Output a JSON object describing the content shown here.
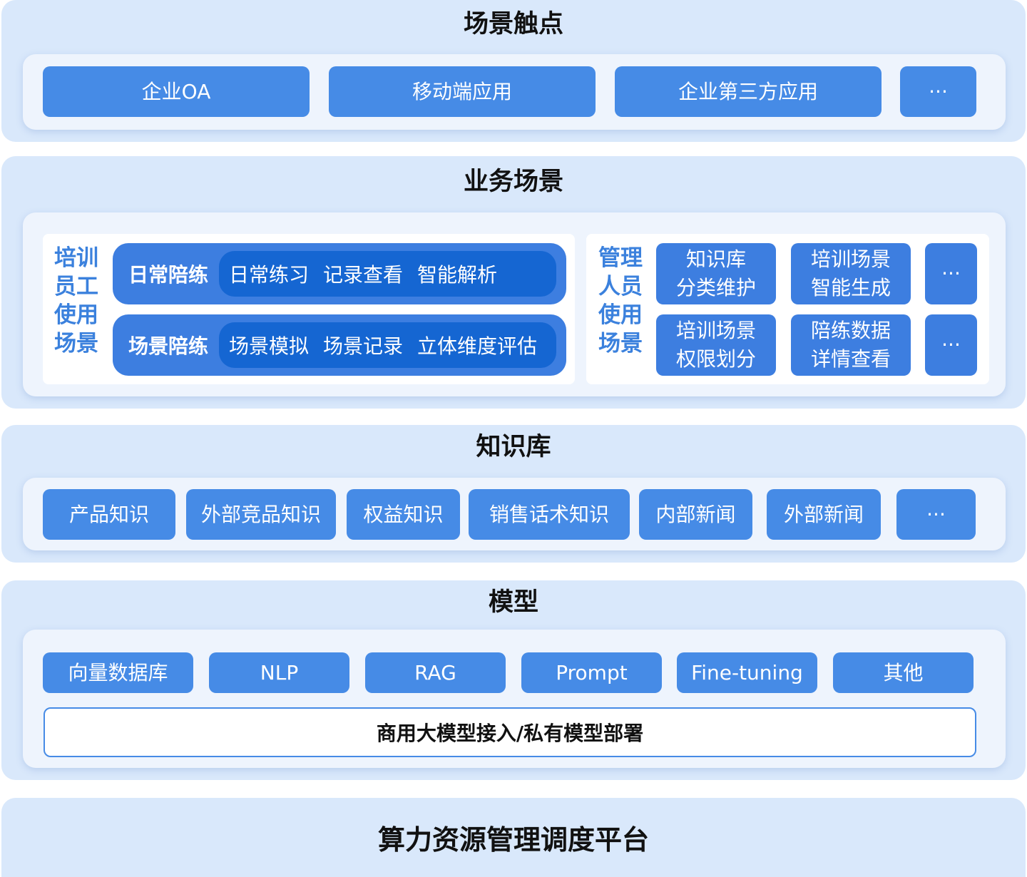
{
  "touchpoints": {
    "title": "场景触点",
    "items": [
      "企业OA",
      "移动端应用",
      "企业第三方应用",
      "···"
    ]
  },
  "business": {
    "title": "业务场景",
    "trainee": {
      "label": "培训员工使用场景",
      "rows": [
        {
          "label": "日常陪练",
          "items": [
            "日常练习",
            "记录查看",
            "智能解析"
          ]
        },
        {
          "label": "场景陪练",
          "items": [
            "场景模拟",
            "场景记录",
            "立体维度评估"
          ]
        }
      ]
    },
    "manager": {
      "label": "管理人员使用场景",
      "tiles": [
        "知识库\n分类维护",
        "培训场景\n智能生成",
        "···",
        "培训场景\n权限划分",
        "陪练数据\n详情查看",
        "···"
      ]
    }
  },
  "knowledge": {
    "title": "知识库",
    "items": [
      "产品知识",
      "外部竞品知识",
      "权益知识",
      "销售话术知识",
      "内部新闻",
      "外部新闻",
      "···"
    ]
  },
  "model": {
    "title": "模型",
    "items": [
      "向量数据库",
      "NLP",
      "RAG",
      "Prompt",
      "Fine-tuning",
      "其他"
    ],
    "deployment": "商用大模型接入/私有模型部署"
  },
  "platform": {
    "title": "算力资源管理调度平台"
  },
  "colors": {
    "layer_bg": "#d9e8fb",
    "panel_bg": "#eef4fd",
    "button": "#468be6",
    "button_dark": "#1566d2",
    "label_blue": "#3b81dd"
  }
}
